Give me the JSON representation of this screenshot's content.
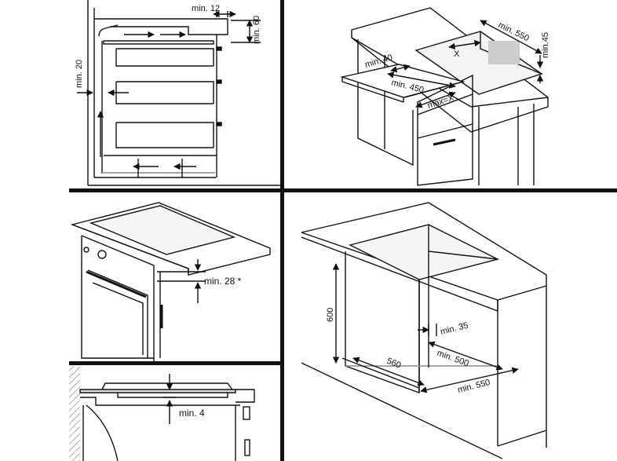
{
  "panels": {
    "ventilation": {
      "labels": {
        "top_gap": "min. 12",
        "top_height": "min. 60",
        "side_gap": "min. 20"
      }
    },
    "worktop_cutout": {
      "labels": {
        "depth": "min. 550",
        "side": "min.45",
        "front": "min. 40",
        "width": "min. 450",
        "max": "max=X",
        "x_top": "X"
      }
    },
    "oven_below_hob": {
      "labels": {
        "gap": "min. 28 *"
      }
    },
    "cabinet_dimensions": {
      "labels": {
        "height": "600",
        "width": "560",
        "depth": "min. 500",
        "inner": "min. 35",
        "outer": "min. 550"
      }
    },
    "hob_section": {
      "labels": {
        "gap": "min. 4"
      }
    }
  }
}
